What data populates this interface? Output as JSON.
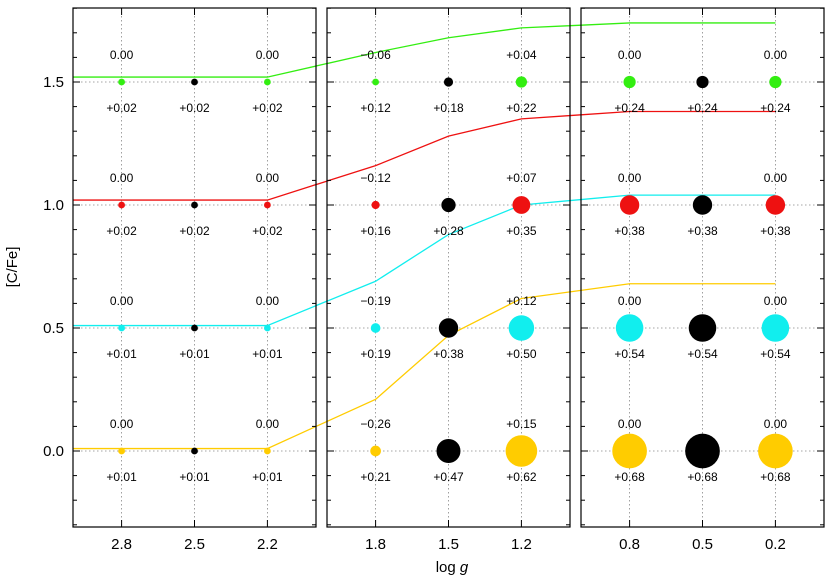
{
  "chart_data": {
    "type": "scatter",
    "xlabel_prefix": "log",
    "xlabel_var": "g",
    "ylabel": "[C/Fe]",
    "ylim": [
      -0.3,
      1.8
    ],
    "yticks": [
      0.0,
      0.5,
      1.0,
      1.5
    ],
    "ytick_labels": [
      "0.0",
      "0.5",
      "1.0",
      "1.5"
    ],
    "xlim": [
      3.0,
      0.0
    ],
    "panels": [
      {
        "x_range": [
          3.0,
          2.0
        ],
        "xticks": [
          2.8,
          2.5,
          2.2
        ],
        "xtick_labels": [
          "2.8",
          "2.5",
          "2.2"
        ]
      },
      {
        "x_range": [
          2.0,
          1.0
        ],
        "xticks": [
          1.8,
          1.5,
          1.2
        ],
        "xtick_labels": [
          "1.8",
          "1.5",
          "1.2"
        ]
      },
      {
        "x_range": [
          1.0,
          0.0
        ],
        "xticks": [
          0.8,
          0.5,
          0.2
        ],
        "xtick_labels": [
          "0.8",
          "0.5",
          "0.2"
        ]
      }
    ],
    "series": [
      {
        "color": "#33ee11",
        "level": 1.5,
        "curve": [
          [
            3.0,
            1.52
          ],
          [
            2.8,
            1.52
          ],
          [
            2.5,
            1.52
          ],
          [
            2.2,
            1.52
          ],
          [
            1.8,
            1.62
          ],
          [
            1.5,
            1.68
          ],
          [
            1.2,
            1.72
          ],
          [
            0.8,
            1.74
          ],
          [
            0.5,
            1.74
          ],
          [
            0.2,
            1.74
          ]
        ],
        "points": [
          {
            "x": 2.8,
            "above": "0.00",
            "below": "+0.02",
            "size": 0.02
          },
          {
            "x": 2.5,
            "above": "",
            "below": "+0.02",
            "size": 0.02,
            "black": true
          },
          {
            "x": 2.2,
            "above": "0.00",
            "below": "+0.02",
            "size": 0.02
          },
          {
            "x": 1.8,
            "above": "−0.06",
            "below": "+0.12",
            "size": 0.12
          },
          {
            "x": 1.5,
            "above": "",
            "below": "+0.18",
            "size": 0.18,
            "black": true
          },
          {
            "x": 1.2,
            "above": "+0.04",
            "below": "+0.22",
            "size": 0.22
          },
          {
            "x": 0.8,
            "above": "0.00",
            "below": "+0.24",
            "size": 0.24
          },
          {
            "x": 0.5,
            "above": "",
            "below": "+0.24",
            "size": 0.24,
            "black": true
          },
          {
            "x": 0.2,
            "above": "0.00",
            "below": "+0.24",
            "size": 0.24
          }
        ]
      },
      {
        "color": "#ee1111",
        "level": 1.0,
        "curve": [
          [
            3.0,
            1.02
          ],
          [
            2.8,
            1.02
          ],
          [
            2.5,
            1.02
          ],
          [
            2.2,
            1.02
          ],
          [
            1.8,
            1.16
          ],
          [
            1.5,
            1.28
          ],
          [
            1.2,
            1.35
          ],
          [
            0.8,
            1.38
          ],
          [
            0.5,
            1.38
          ],
          [
            0.2,
            1.38
          ]
        ],
        "points": [
          {
            "x": 2.8,
            "above": "0.00",
            "below": "+0.02",
            "size": 0.02
          },
          {
            "x": 2.5,
            "above": "",
            "below": "+0.02",
            "size": 0.02,
            "black": true
          },
          {
            "x": 2.2,
            "above": "0.00",
            "below": "+0.02",
            "size": 0.02
          },
          {
            "x": 1.8,
            "above": "−0.12",
            "below": "+0.16",
            "size": 0.16
          },
          {
            "x": 1.5,
            "above": "",
            "below": "+0.28",
            "size": 0.28,
            "black": true
          },
          {
            "x": 1.2,
            "above": "+0.07",
            "below": "+0.35",
            "size": 0.35
          },
          {
            "x": 0.8,
            "above": "0.00",
            "below": "+0.38",
            "size": 0.38
          },
          {
            "x": 0.5,
            "above": "",
            "below": "+0.38",
            "size": 0.38,
            "black": true
          },
          {
            "x": 0.2,
            "above": "0.00",
            "below": "+0.38",
            "size": 0.38
          }
        ]
      },
      {
        "color": "#11eeee",
        "level": 0.5,
        "curve": [
          [
            3.0,
            0.51
          ],
          [
            2.8,
            0.51
          ],
          [
            2.5,
            0.51
          ],
          [
            2.2,
            0.51
          ],
          [
            1.8,
            0.69
          ],
          [
            1.5,
            0.88
          ],
          [
            1.2,
            1.0
          ],
          [
            0.8,
            1.04
          ],
          [
            0.5,
            1.04
          ],
          [
            0.2,
            1.04
          ]
        ],
        "points": [
          {
            "x": 2.8,
            "above": "0.00",
            "below": "+0.01",
            "size": 0.01
          },
          {
            "x": 2.5,
            "above": "",
            "below": "+0.01",
            "size": 0.01,
            "black": true
          },
          {
            "x": 2.2,
            "above": "0.00",
            "below": "+0.01",
            "size": 0.01
          },
          {
            "x": 1.8,
            "above": "−0.19",
            "below": "+0.19",
            "size": 0.19
          },
          {
            "x": 1.5,
            "above": "",
            "below": "+0.38",
            "size": 0.38,
            "black": true
          },
          {
            "x": 1.2,
            "above": "+0.12",
            "below": "+0.50",
            "size": 0.5
          },
          {
            "x": 0.8,
            "above": "0.00",
            "below": "+0.54",
            "size": 0.54
          },
          {
            "x": 0.5,
            "above": "",
            "below": "+0.54",
            "size": 0.54,
            "black": true
          },
          {
            "x": 0.2,
            "above": "0.00",
            "below": "+0.54",
            "size": 0.54
          }
        ]
      },
      {
        "color": "#ffcc00",
        "level": 0.0,
        "curve": [
          [
            3.0,
            0.01
          ],
          [
            2.8,
            0.01
          ],
          [
            2.5,
            0.01
          ],
          [
            2.2,
            0.01
          ],
          [
            1.8,
            0.21
          ],
          [
            1.5,
            0.47
          ],
          [
            1.2,
            0.62
          ],
          [
            0.8,
            0.68
          ],
          [
            0.5,
            0.68
          ],
          [
            0.2,
            0.68
          ]
        ],
        "points": [
          {
            "x": 2.8,
            "above": "0.00",
            "below": "+0.01",
            "size": 0.01
          },
          {
            "x": 2.5,
            "above": "",
            "below": "+0.01",
            "size": 0.01,
            "black": true
          },
          {
            "x": 2.2,
            "above": "0.00",
            "below": "+0.01",
            "size": 0.01
          },
          {
            "x": 1.8,
            "above": "−0.26",
            "below": "+0.21",
            "size": 0.21
          },
          {
            "x": 1.5,
            "above": "",
            "below": "+0.47",
            "size": 0.47,
            "black": true
          },
          {
            "x": 1.2,
            "above": "+0.15",
            "below": "+0.62",
            "size": 0.62
          },
          {
            "x": 0.8,
            "above": "0.00",
            "below": "+0.68",
            "size": 0.68
          },
          {
            "x": 0.5,
            "above": "",
            "below": "+0.68",
            "size": 0.68,
            "black": true
          },
          {
            "x": 0.2,
            "above": "0.00",
            "below": "+0.68",
            "size": 0.68
          }
        ]
      }
    ]
  }
}
